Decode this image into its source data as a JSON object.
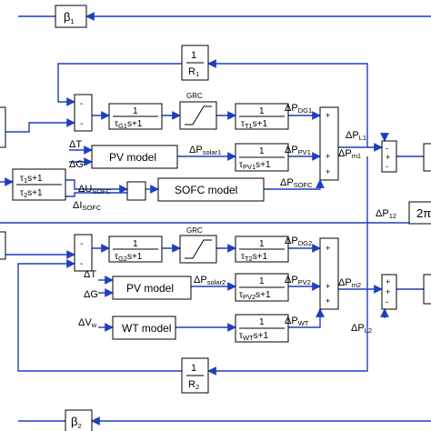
{
  "colors": {
    "wire": "#1f3fbf",
    "block_stroke": "#000000",
    "background": "#ffffff"
  },
  "beta1": {
    "main": "β",
    "sub": "1"
  },
  "beta2": {
    "main": "β",
    "sub": "2"
  },
  "r1": {
    "num": "1",
    "den": "R",
    "sub": "1"
  },
  "r2": {
    "num": "1",
    "den": "R",
    "sub": "2"
  },
  "sum_signs": {
    "minus": "-",
    "plus": "+"
  },
  "area1": {
    "governor": {
      "num": "1",
      "den_pre": "τ",
      "den_sub": "G1",
      "den_post": "s+1"
    },
    "grc": "GRC",
    "turbine": {
      "num": "1",
      "den_pre": "τ",
      "den_sub": "T1",
      "den_post": "s+1"
    },
    "dpdg": {
      "pre": "ΔP",
      "sub": "DG1"
    },
    "pv_inputs": {
      "dt": "ΔT",
      "dg": "ΔG"
    },
    "pv_model": "PV model",
    "psolar": {
      "pre": "ΔP",
      "sub": "solar1"
    },
    "pv_tf": {
      "num": "1",
      "den_pre": "τ",
      "den_sub": "PV1",
      "den_post": "s+1"
    },
    "dppv": {
      "pre": "ΔP",
      "sub": "PV1"
    },
    "lead_lag": {
      "num_pre": "τ",
      "num_sub": "1",
      "num_post": "s+1",
      "den_pre": "τ",
      "den_sub": "2",
      "den_post": "s+1"
    },
    "du_sofc": {
      "pre": "ΔU",
      "sub": "SOFC"
    },
    "di_sofc": {
      "pre": "ΔI",
      "sub": "SOFC"
    },
    "sofc_model": "SOFC model",
    "dpsofc": {
      "pre": "ΔP",
      "sub": "SOFC"
    },
    "dpm": {
      "pre": "ΔP",
      "sub": "m1"
    },
    "dpl": {
      "pre": "ΔP",
      "sub": "L1"
    }
  },
  "tie": {
    "dp12": {
      "pre": "ΔP",
      "sub": "12"
    },
    "block": "2π"
  },
  "area2": {
    "governor": {
      "num": "1",
      "den_pre": "τ",
      "den_sub": "G2",
      "den_post": "s+1"
    },
    "grc": "GRC",
    "turbine": {
      "num": "1",
      "den_pre": "τ",
      "den_sub": "T2",
      "den_post": "s+1"
    },
    "dpdg": {
      "pre": "ΔP",
      "sub": "DG2"
    },
    "pv_inputs": {
      "dt": "ΔT",
      "dg": "ΔG"
    },
    "pv_model": "PV model",
    "psolar": {
      "pre": "ΔP",
      "sub": "solar2"
    },
    "pv_tf": {
      "num": "1",
      "den_pre": "τ",
      "den_sub": "PV2",
      "den_post": "s+1"
    },
    "dppv": {
      "pre": "ΔP",
      "sub": "PV2"
    },
    "dvw": {
      "pre": "ΔV",
      "sub": "w"
    },
    "wt_model": "WT model",
    "wt_tf": {
      "num": "1",
      "den_pre": "τ",
      "den_sub": "WT",
      "den_post": "s+1"
    },
    "dpwt": {
      "pre": "ΔP",
      "sub": "WT"
    },
    "dpm": {
      "pre": "ΔP",
      "sub": "m2"
    },
    "dpl": {
      "pre": "ΔP",
      "sub": "L2"
    }
  }
}
